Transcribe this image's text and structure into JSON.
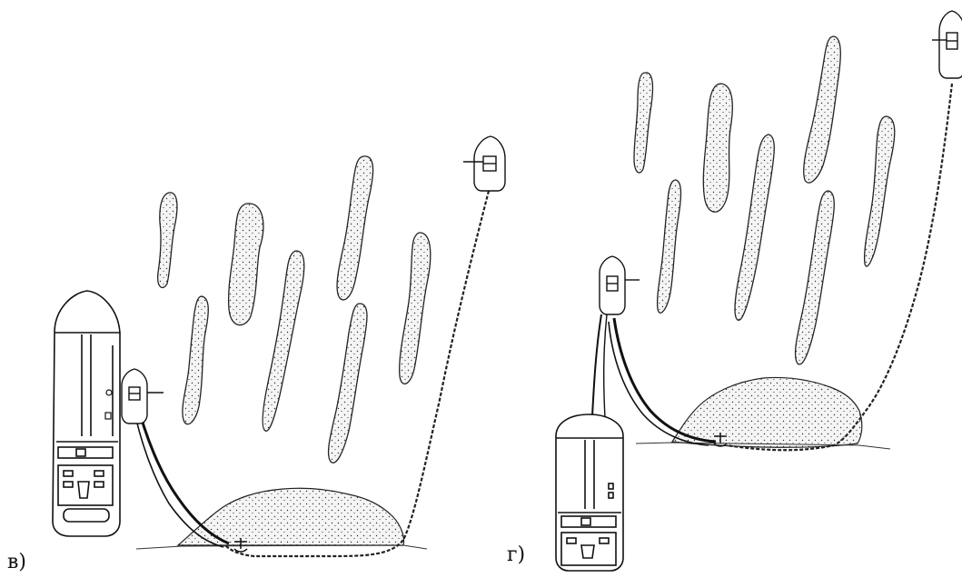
{
  "panels": [
    {
      "id": "v",
      "label": "в)"
    },
    {
      "id": "g",
      "label": "г)"
    }
  ],
  "colors": {
    "ink": "#1a1a1a",
    "sand_fill": "#f2f2f2",
    "sand_dots": "#3a3a3a",
    "background": "#ffffff"
  },
  "icons": {
    "vessel": "ship-icon",
    "tug": "tug-icon",
    "anchor": "anchor-icon",
    "chain": "chain-line"
  }
}
